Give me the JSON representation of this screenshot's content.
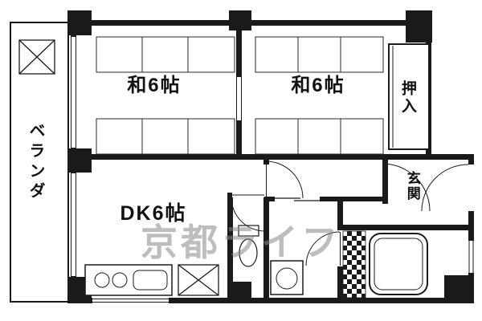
{
  "watermark": "京都ライフ",
  "rooms": {
    "balcony": "ベランダ",
    "japanese_room_1": "和6帖",
    "japanese_room_2": "和6帖",
    "closet": "押入",
    "entrance": "玄関",
    "dining_kitchen": "DK6帖"
  },
  "colors": {
    "wall": "#1a1a1a",
    "line": "#2a2a2a",
    "watermark": "#878787"
  }
}
